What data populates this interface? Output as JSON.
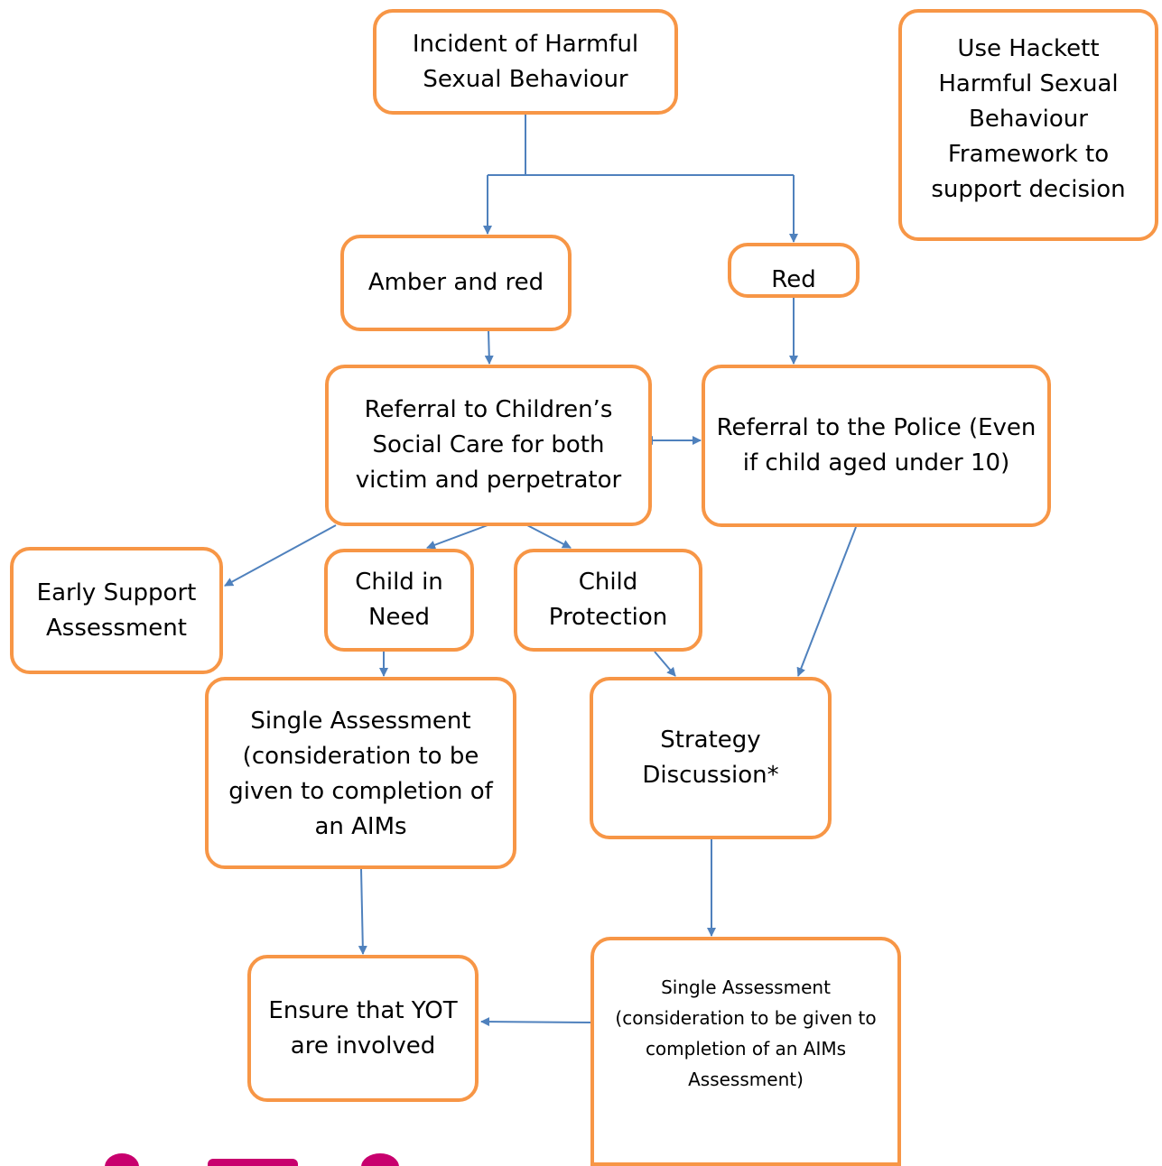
{
  "colors": {
    "box_border": "#f79646",
    "connector": "#4f81bd",
    "logo": "#c8006e"
  },
  "nodes": {
    "incident": "Incident of Harmful Sexual Behaviour",
    "hackett": "Use Hackett Harmful Sexual Behaviour Framework to support decision",
    "amber_red": "Amber and red",
    "red": "Red",
    "childrens_social_care": "Referral to Children’s Social Care for both victim and perpetrator",
    "police": "Referral to the Police (Even if child aged under 10)",
    "early_support": "Early Support Assessment",
    "child_in_need": "Child in Need",
    "child_protection": "Child Protection",
    "single_assessment_cin": "Single Assessment (consideration to be given to completion of an AIMs",
    "strategy": "Strategy Discussion*",
    "yot": "Ensure that YOT are involved",
    "single_assessment_cp": "Single Assessment (consideration to be given to completion of an AIMs Assessment)"
  }
}
